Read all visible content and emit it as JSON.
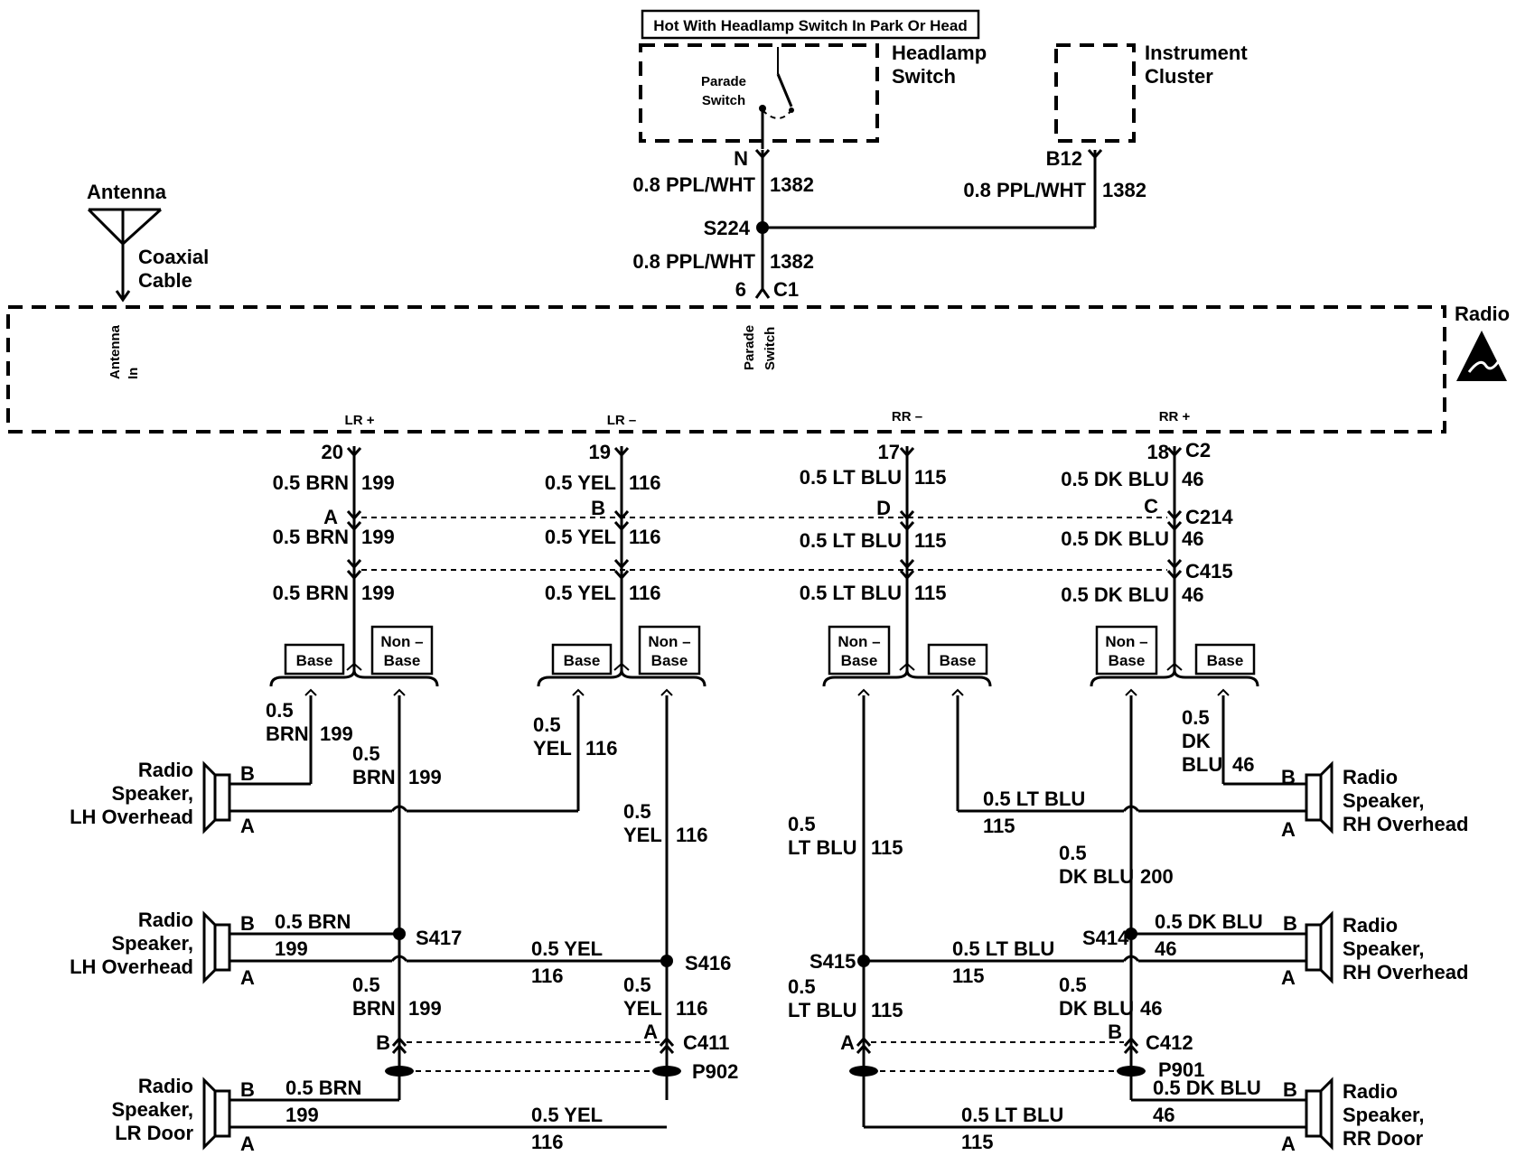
{
  "header": {
    "hot_note": "Hot With Headlamp Switch In Park Or Head",
    "headlamp_switch": [
      "Headlamp",
      "Switch"
    ],
    "parade_switch": [
      "Parade",
      "Switch"
    ],
    "instrument_cluster": [
      "Instrument",
      "Cluster"
    ],
    "antenna": "Antenna",
    "coaxial_cable": [
      "Coaxial",
      "Cable"
    ],
    "radio": "Radio",
    "antenna_in": [
      "Antenna",
      "In"
    ],
    "radio_parade_switch": [
      "Parade",
      "Switch"
    ]
  },
  "power": {
    "pin_n": "N",
    "pin_b12": "B12",
    "wire_color": "0.8 PPL/WHT",
    "circuit": "1382",
    "splice": "S224",
    "pin_6": "6",
    "conn_c1": "C1"
  },
  "channels": {
    "lr_plus": "LR +",
    "lr_minus": "LR –",
    "rr_minus": "RR –",
    "rr_plus": "RR +",
    "pin20": "20",
    "pin19": "19",
    "pin17": "17",
    "pin18": "18",
    "c2": "C2",
    "pinA": "A",
    "pinB": "B",
    "pinD": "D",
    "pinC": "C",
    "c214": "C214",
    "c415": "C415",
    "brn": "0.5 BRN",
    "brn_c": "199",
    "yel": "0.5 YEL",
    "yel_c": "116",
    "ltblu": "0.5 LT BLU",
    "ltblu_c": "115",
    "dkblu": "0.5 DK BLU",
    "dkblu_c": "46",
    "base": "Base",
    "nonbase": [
      "Non –",
      "Base"
    ]
  },
  "lower": {
    "g05": "0.5",
    "brn": "BRN",
    "yel": "YEL",
    "ltblu": "LT BLU",
    "dkblu": "DK BLU",
    "dk": "DK",
    "blu": "BLU",
    "c199": "199",
    "c116": "116",
    "c115": "115",
    "c46": "46",
    "c200": "200",
    "w_brn": "0.5 BRN",
    "w_yel": "0.5 YEL",
    "w_ltblu": "0.5 LT BLU",
    "w_dkblu": "0.5 DK BLU",
    "s417": "S417",
    "s416": "S416",
    "s415": "S415",
    "s414": "S414",
    "c411": "C411",
    "c412": "C412",
    "p902": "P902",
    "p901": "P901",
    "A": "A",
    "B": "B"
  },
  "speakers": {
    "radio": "Radio",
    "speaker": "Speaker,",
    "lh_overhead": "LH Overhead",
    "rh_overhead": "RH Overhead",
    "lr_door": "LR Door",
    "rr_door": "RR Door"
  }
}
